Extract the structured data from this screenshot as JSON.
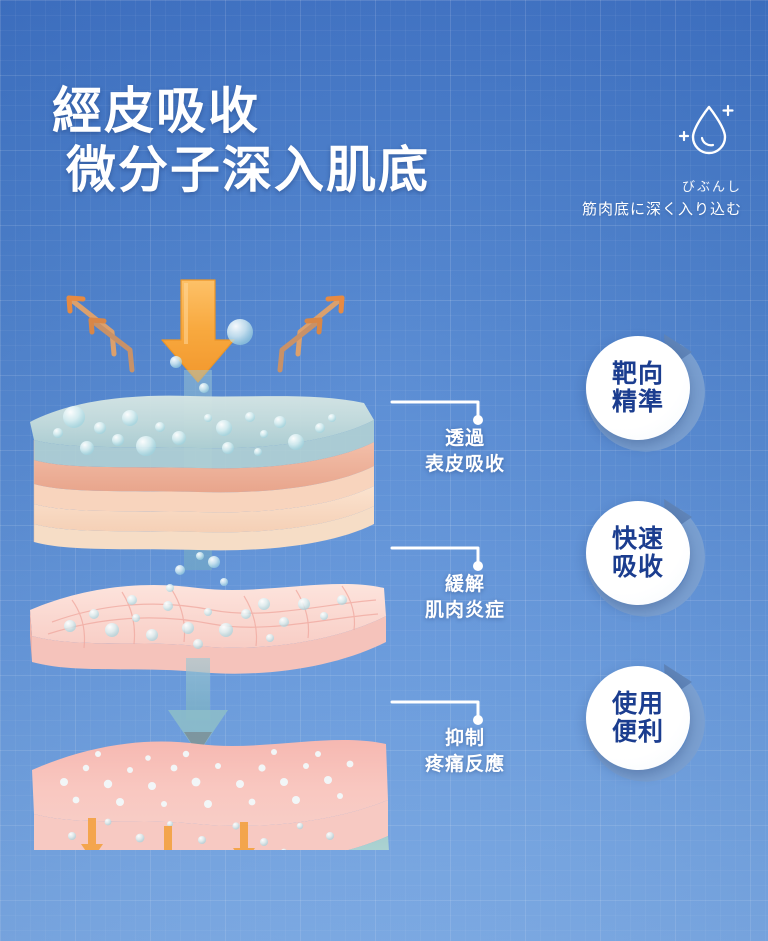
{
  "poster": {
    "title_lines": [
      "經皮吸收",
      "微分子深入肌底"
    ],
    "japanese": {
      "ruby": "びぶんし",
      "main": "筋肉底に深く入り込む"
    },
    "droplet_icon": "water-droplet-icon"
  },
  "colors": {
    "background_top": "#3f73c6",
    "background_bottom": "#83b2ec",
    "title_text": "#ffffff",
    "badge_text": "#1b3d8f",
    "badge_disc": "#ffffff",
    "badge_ring": "#6e94c8",
    "arrow_orange": "#f5a33c",
    "arrow_teal": "#7fb8c8",
    "gel_layer": "#bfd8d9",
    "epidermis": "#f0b5a0",
    "dermis": "#f6d9c4",
    "muscle": "#fad8d2",
    "deep_tissue": "#f4b4ae",
    "base_layer": "#a6cfcf",
    "leader_line": "#ffffff"
  },
  "callouts": [
    {
      "id": "callout-epidermis",
      "lines": [
        "透過",
        "表皮吸收"
      ]
    },
    {
      "id": "callout-inflammation",
      "lines": [
        "緩解",
        "肌肉炎症"
      ]
    },
    {
      "id": "callout-pain",
      "lines": [
        "抑制",
        "疼痛反應"
      ]
    }
  ],
  "badges": [
    {
      "id": "badge-targeted",
      "lines": [
        "靶向",
        "精準"
      ],
      "icon": "circular-arrow-icon"
    },
    {
      "id": "badge-fast",
      "lines": [
        "快速",
        "吸收"
      ],
      "icon": "circular-arrow-icon"
    },
    {
      "id": "badge-convenient",
      "lines": [
        "使用",
        "便利"
      ],
      "icon": "circular-arrow-icon"
    }
  ],
  "illustration": {
    "name": "skin-layers-absorption-diagram",
    "layers": [
      {
        "id": "gel-layer",
        "label": "gel / product layer with bubbles"
      },
      {
        "id": "epidermis-layer",
        "label": "epidermis and dermis striped slab"
      },
      {
        "id": "muscle-layer",
        "label": "muscle tissue slab with micro-particles"
      },
      {
        "id": "deep-tissue-layer",
        "label": "deep tissue block with base membrane"
      }
    ],
    "arrows": {
      "main_down": "orange-down-arrow",
      "side_left": "orange-chevron-arrows-left",
      "side_right": "orange-chevron-arrows-right",
      "penetration": "teal-penetration-arrow",
      "deep_micro": "orange-micro-down-arrows"
    }
  }
}
